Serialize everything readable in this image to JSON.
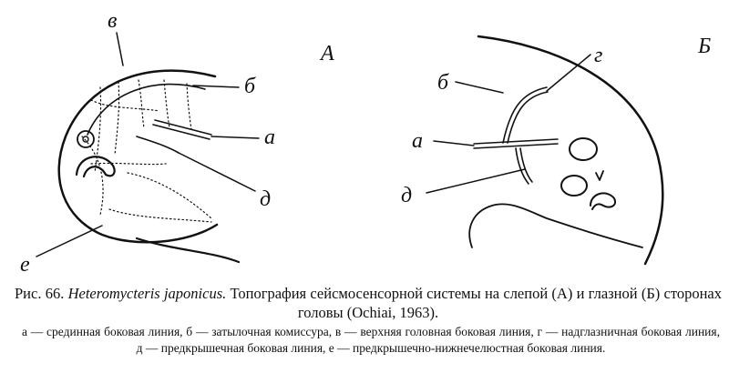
{
  "figure": {
    "panel_a_label": "А",
    "panel_b_label": "Б",
    "labels_a": {
      "v": "в",
      "b": "б",
      "a": "а",
      "d": "д",
      "e": "е"
    },
    "labels_b": {
      "g": "г",
      "b": "б",
      "a": "а",
      "d": "д"
    }
  },
  "caption": {
    "prefix": "Рис. 66.",
    "species": "Heteromycteris japonicus.",
    "body": "Топография сейсмосенсорной системы на слепой (А) и глазной (Б) сторонах головы (Ochiai, 1963)."
  },
  "legend": "а — срединная боковая линия, б — затылочная комиссура, в — верхняя головная боковая линия, г — надглазничная боковая линия, д — предкрышечная боковая линия, е — предкрышечно-нижнечелюстная боковая линия."
}
